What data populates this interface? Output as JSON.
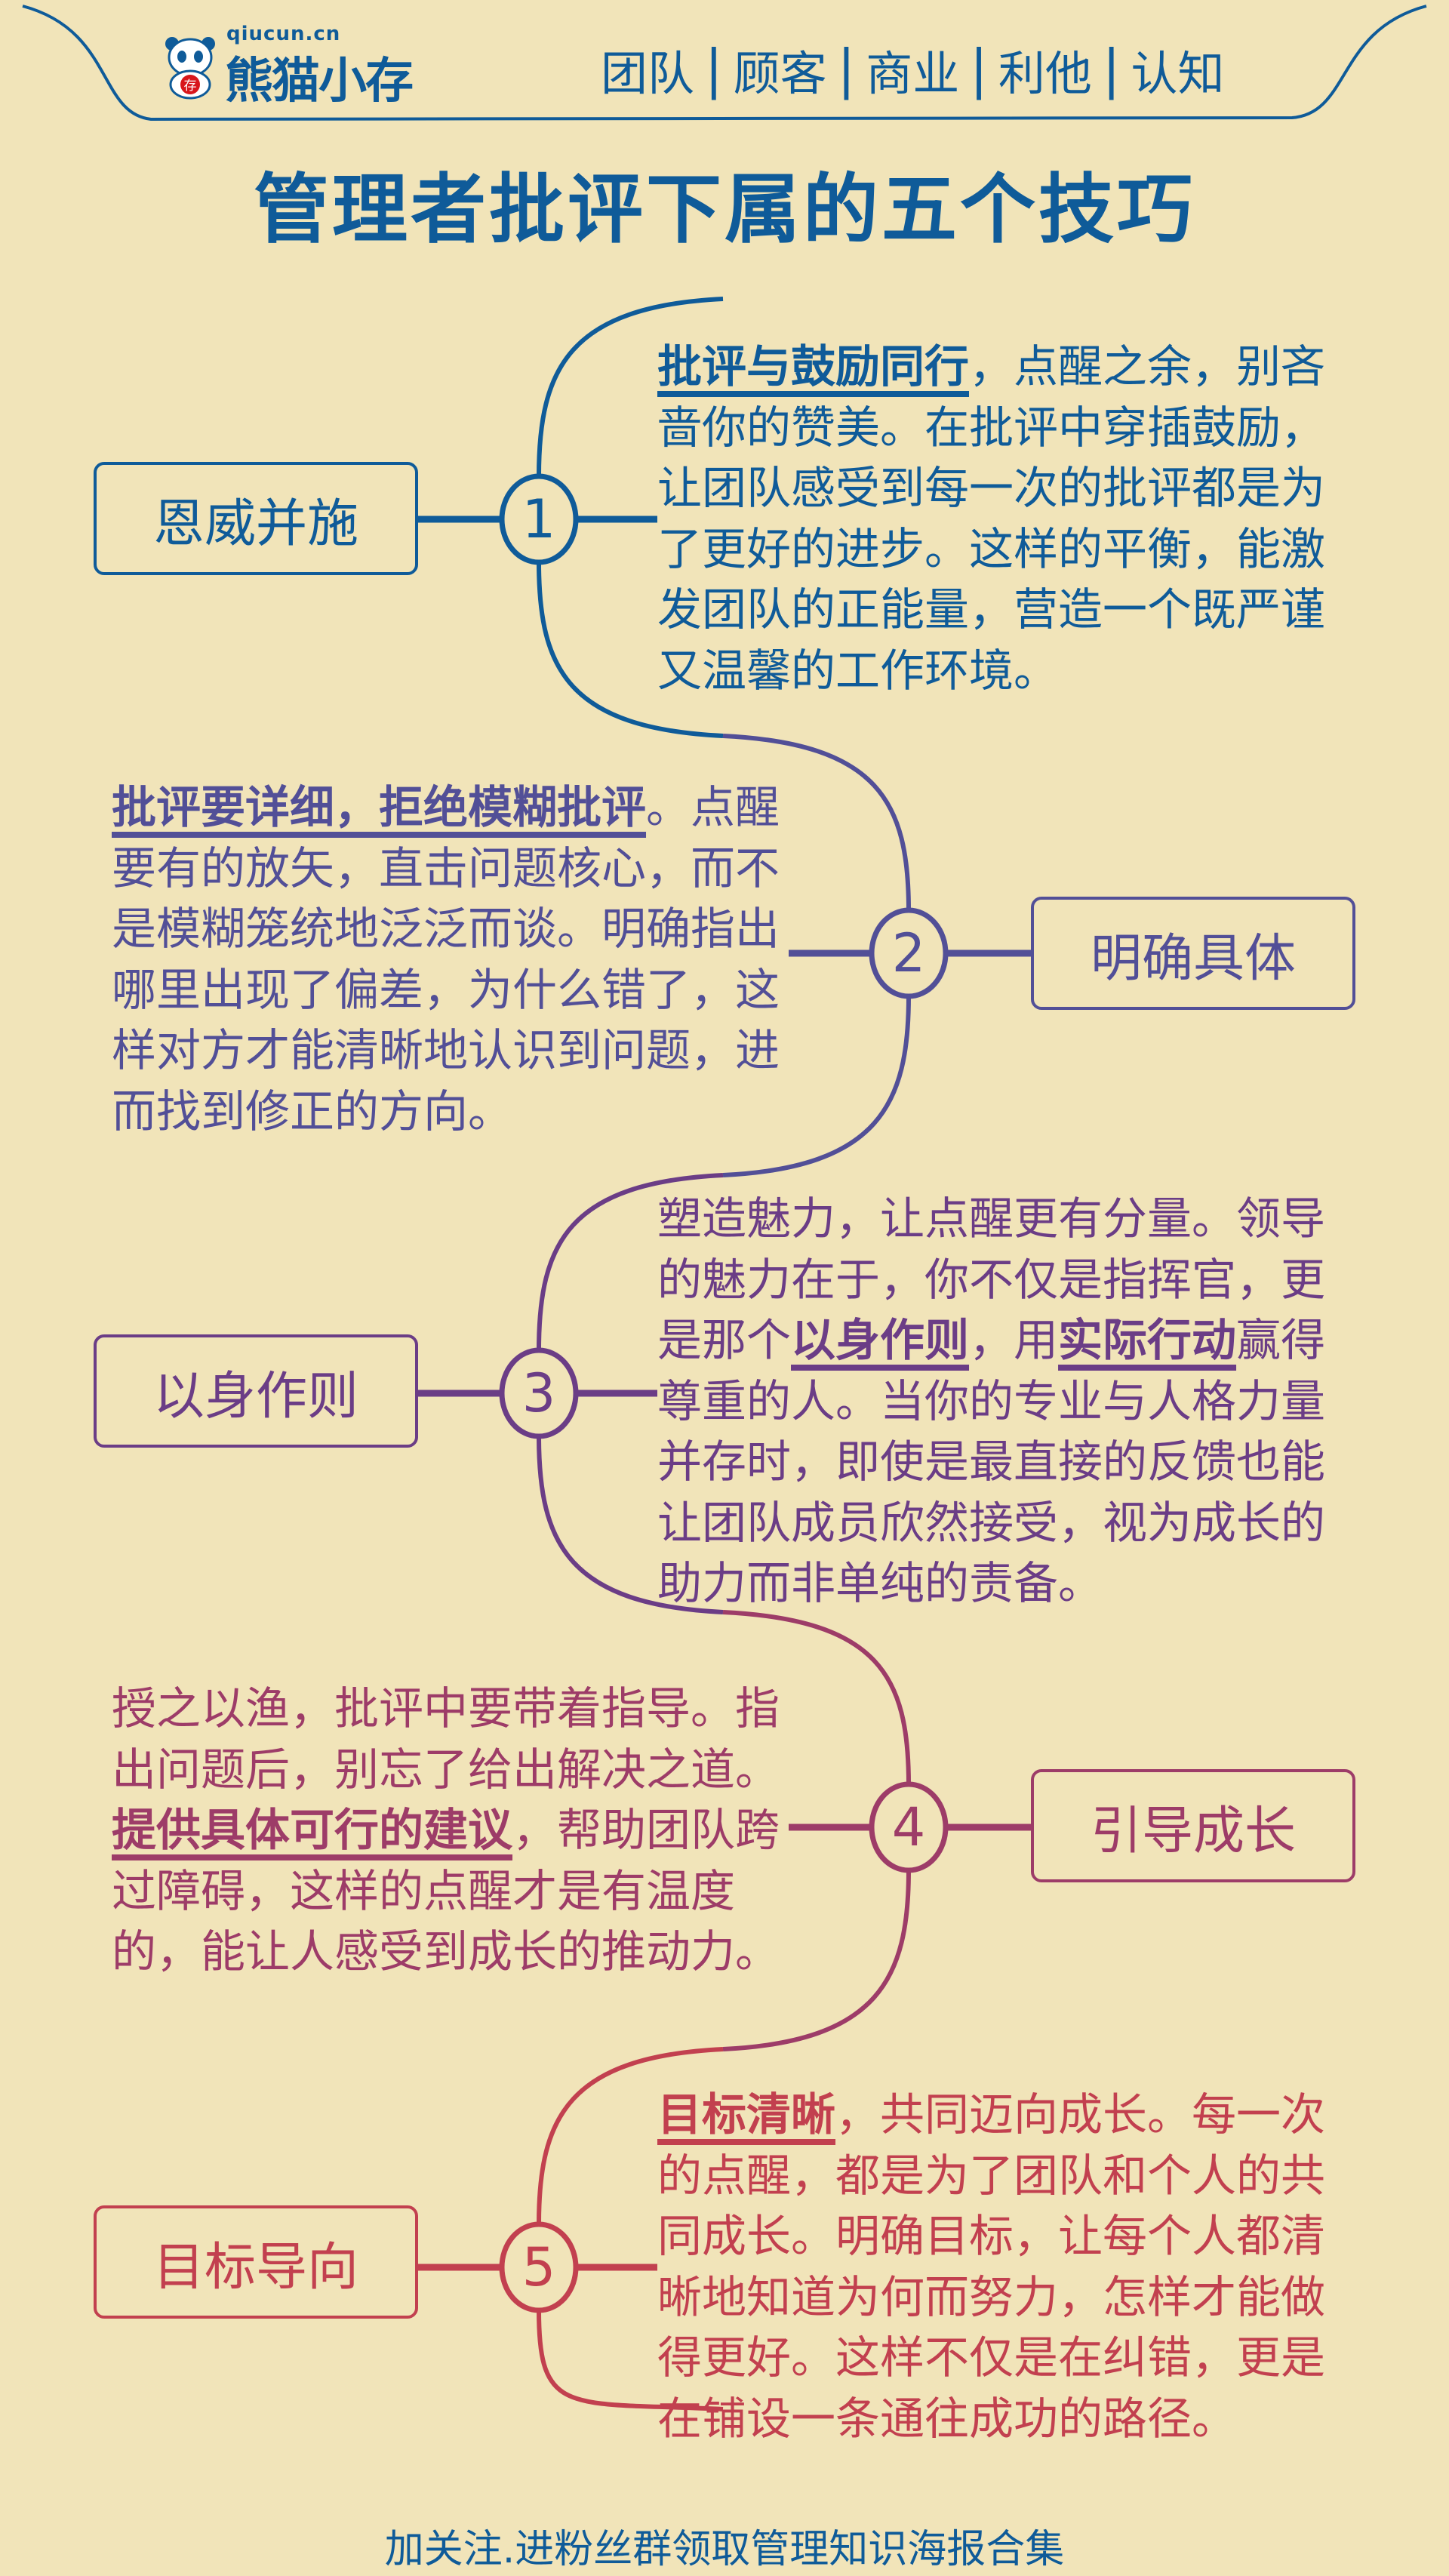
{
  "header": {
    "logo_domain": "qiucun.cn",
    "logo_name": "熊猫小存",
    "logo_badge": "存",
    "nav": [
      "团队",
      "顾客",
      "商业",
      "利他",
      "认知"
    ],
    "separator": "|"
  },
  "title": "管理者批评下属的五个技巧",
  "colors": {
    "background": "#f1e4b9",
    "brand": "#0f5b99"
  },
  "sections": [
    {
      "number": "1",
      "label": "恩威并施",
      "color": "#0f5b99",
      "side": "left",
      "lines": [
        [
          {
            "t": "批评与鼓励同行",
            "b": true
          },
          {
            "t": "，点醒之余，别吝"
          }
        ],
        [
          {
            "t": "啬你的赞美。在批评中穿插鼓励，"
          }
        ],
        [
          {
            "t": "让团队感受到每一次的批评都是为"
          }
        ],
        [
          {
            "t": "了更好的进步。这样的平衡，能激"
          }
        ],
        [
          {
            "t": "发团队的正能量，营造一个既严谨"
          }
        ],
        [
          {
            "t": "又温馨的工作环境。"
          }
        ]
      ]
    },
    {
      "number": "2",
      "label": "明确具体",
      "color": "#524f97",
      "side": "right",
      "lines": [
        [
          {
            "t": "批评要详细，拒绝模糊批评",
            "b": true
          },
          {
            "t": "。点醒"
          }
        ],
        [
          {
            "t": "要有的放矢，直击问题核心，而不"
          }
        ],
        [
          {
            "t": "是模糊笼统地泛泛而谈。明确指出"
          }
        ],
        [
          {
            "t": "哪里出现了偏差，为什么错了，这"
          }
        ],
        [
          {
            "t": "样对方才能清晰地认识到问题，进"
          }
        ],
        [
          {
            "t": "而找到修正的方向。"
          }
        ]
      ]
    },
    {
      "number": "3",
      "label": "以身作则",
      "color": "#6b3d86",
      "side": "left",
      "lines": [
        [
          {
            "t": "塑造魅力，让点醒更有分量。领导"
          }
        ],
        [
          {
            "t": "的魅力在于，你不仅是指挥官，更"
          }
        ],
        [
          {
            "t": "是那个"
          },
          {
            "t": "以身作则",
            "b": true
          },
          {
            "t": "，用"
          },
          {
            "t": "实际行动",
            "b": true
          },
          {
            "t": "赢得"
          }
        ],
        [
          {
            "t": "尊重的人。当你的专业与人格力量"
          }
        ],
        [
          {
            "t": "并存时，即使是最直接的反馈也能"
          }
        ],
        [
          {
            "t": "让团队成员欣然接受，视为成长的"
          }
        ],
        [
          {
            "t": "助力而非单纯的责备。"
          }
        ]
      ]
    },
    {
      "number": "4",
      "label": "引导成长",
      "color": "#9d3c68",
      "side": "right",
      "lines": [
        [
          {
            "t": "授之以渔，批评中要带着指导。指"
          }
        ],
        [
          {
            "t": "出问题后，别忘了给出解决之道。"
          }
        ],
        [
          {
            "t": "提供具体可行的建议",
            "b": true
          },
          {
            "t": "，帮助团队跨"
          }
        ],
        [
          {
            "t": "过障碍，这样的点醒才是有温度"
          }
        ],
        [
          {
            "t": "的，能让人感受到成长的推动力。"
          }
        ]
      ]
    },
    {
      "number": "5",
      "label": "目标导向",
      "color": "#c2404f",
      "side": "left",
      "lines": [
        [
          {
            "t": "目标清晰",
            "b": true
          },
          {
            "t": "，共同迈向成长。每一次"
          }
        ],
        [
          {
            "t": "的点醒，都是为了团队和个人的共"
          }
        ],
        [
          {
            "t": "同成长。明确目标，让每个人都清"
          }
        ],
        [
          {
            "t": "晰地知道为何而努力，怎样才能做"
          }
        ],
        [
          {
            "t": "得更好。这样不仅是在纠错，更是"
          }
        ],
        [
          {
            "t": "在铺设一条通往成功的路径。"
          }
        ]
      ]
    }
  ],
  "footer": "加关注.进粉丝群领取管理知识海报合集"
}
